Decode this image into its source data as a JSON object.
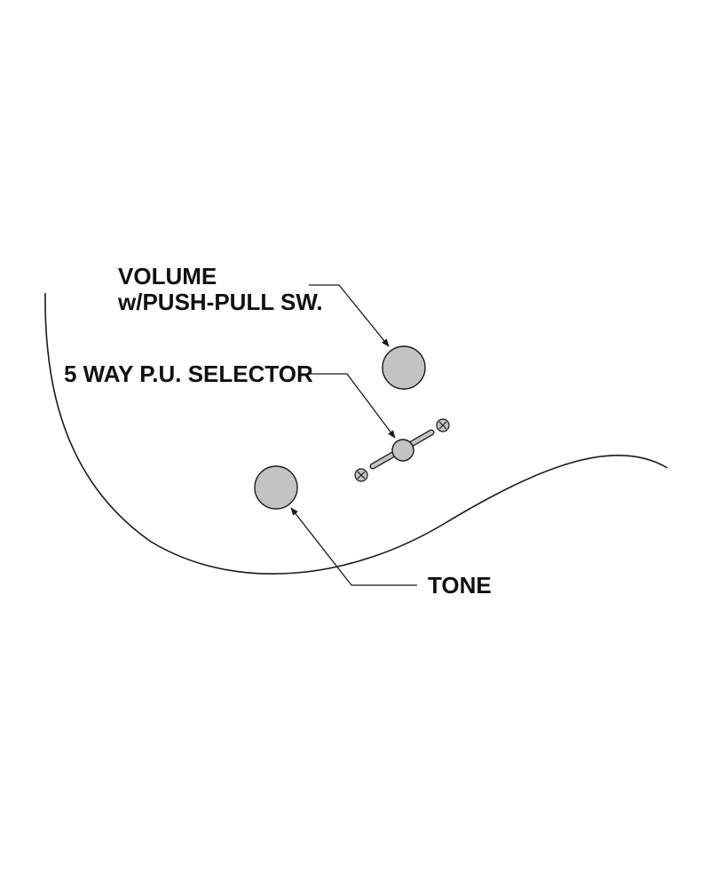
{
  "labels": {
    "volume_line1": "VOLUME",
    "volume_line2": "w/PUSH-PULL SW.",
    "selector": "5 WAY P.U. SELECTOR",
    "tone": "TONE"
  },
  "colors": {
    "knob_fill": "#c3c3c3",
    "outline": "#1a1a1a",
    "background": "#ffffff"
  }
}
